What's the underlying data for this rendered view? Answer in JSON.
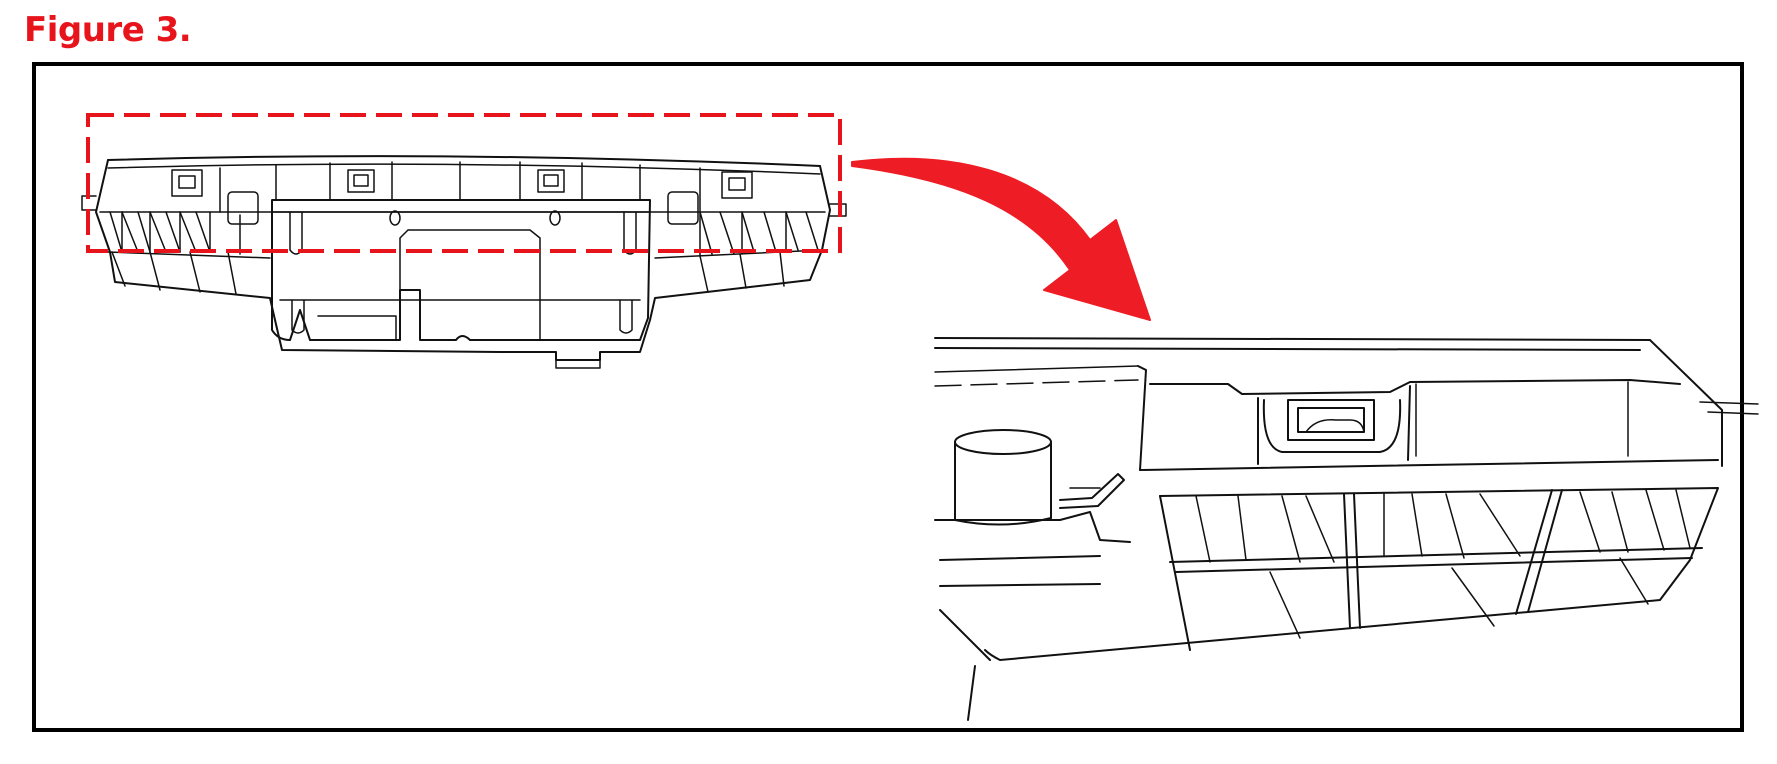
{
  "figure": {
    "title": "Figure 3."
  },
  "colors": {
    "title": "#e8141c",
    "highlight_box": "#e8141c",
    "arrow": "#ee1c24",
    "line_art": "#111111",
    "frame": "#000000"
  },
  "callout": {
    "highlight_style": "dashed-rectangle",
    "connector": "curved-arrow",
    "direction": "overview-to-detail"
  }
}
